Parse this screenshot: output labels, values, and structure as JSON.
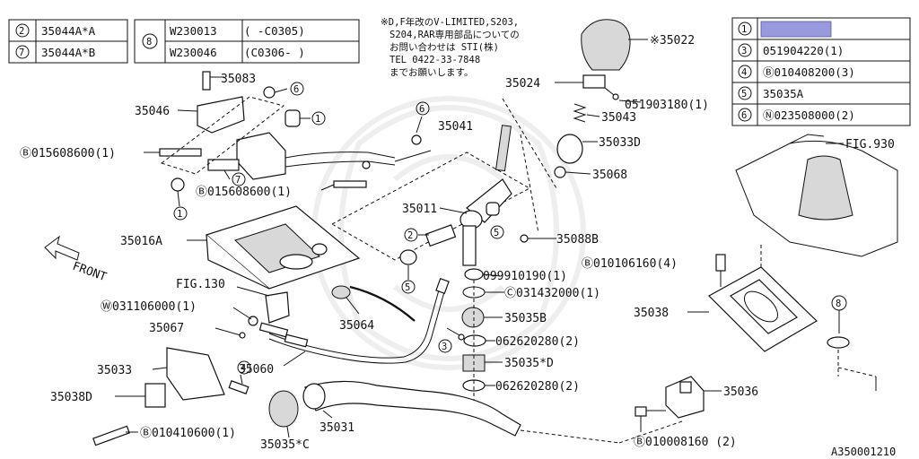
{
  "table_left": {
    "rows": [
      {
        "num": "2",
        "part": "35044A*A"
      },
      {
        "num": "7",
        "part": "35044A*B"
      }
    ]
  },
  "table_mid": {
    "num": "8",
    "rows": [
      {
        "part": "W230013",
        "range": "(      -C0305)"
      },
      {
        "part": "W230046",
        "range": "(C0306-      )"
      }
    ]
  },
  "note": {
    "lines": [
      "※D,F年改のV-LIMITED,S203,",
      "S204,RAR専用部品についての",
      "お問い合わせは STI(株)",
      "TEL 0422-33-7848",
      "までお願いします。"
    ]
  },
  "table_right": {
    "rows": [
      {
        "num": "1",
        "part": "",
        "highlight": "#9999dd"
      },
      {
        "num": "3",
        "part": "051904220(1)"
      },
      {
        "num": "4",
        "part": "Ⓑ010408200(3)"
      },
      {
        "num": "5",
        "part": "35035A"
      },
      {
        "num": "6",
        "part": "Ⓝ023508000(2)"
      }
    ]
  },
  "labels": {
    "p35022": "※35022",
    "p35024": "35024",
    "p051903180": "051903180(1)",
    "p35043": "35043",
    "p35033D": "35033D",
    "p35068": "35068",
    "fig930": "FIG.930",
    "p35083": "35083",
    "c6a": "6",
    "p35046": "35046",
    "c1a": "1",
    "b015608600a": "Ⓑ015608600(1)",
    "c7": "7",
    "b015608600b": "Ⓑ015608600(1)",
    "c1b": "1",
    "c6b": "6",
    "p35041": "35041",
    "p35011": "35011",
    "c5a": "5",
    "c2": "2",
    "p35088B": "35088B",
    "c5b": "5",
    "p35016A": "35016A",
    "front": "FRONT",
    "fig130": "FIG.130",
    "w031106000": "Ⓦ031106000(1)",
    "p35067": "35067",
    "p35064": "35064",
    "p099910190": "099910190(1)",
    "c031432000": "Ⓒ031432000(1)",
    "p35035B": "35035B",
    "c3": "3",
    "p062620280a": "062620280(2)",
    "p35035D": "35035*D",
    "p062620280b": "062620280(2)",
    "b010106160": "Ⓑ010106160(4)",
    "p35038": "35038",
    "c8": "8",
    "p35033": "35033",
    "c4": "4",
    "p35038D": "35038D",
    "p35060": "35060",
    "p35031": "35031",
    "b010410600": "Ⓑ010410600(1)",
    "p35035C": "35035*C",
    "p35036": "35036",
    "b010008160": "Ⓑ010008160 (2)",
    "diagram_id": "A350001210"
  }
}
